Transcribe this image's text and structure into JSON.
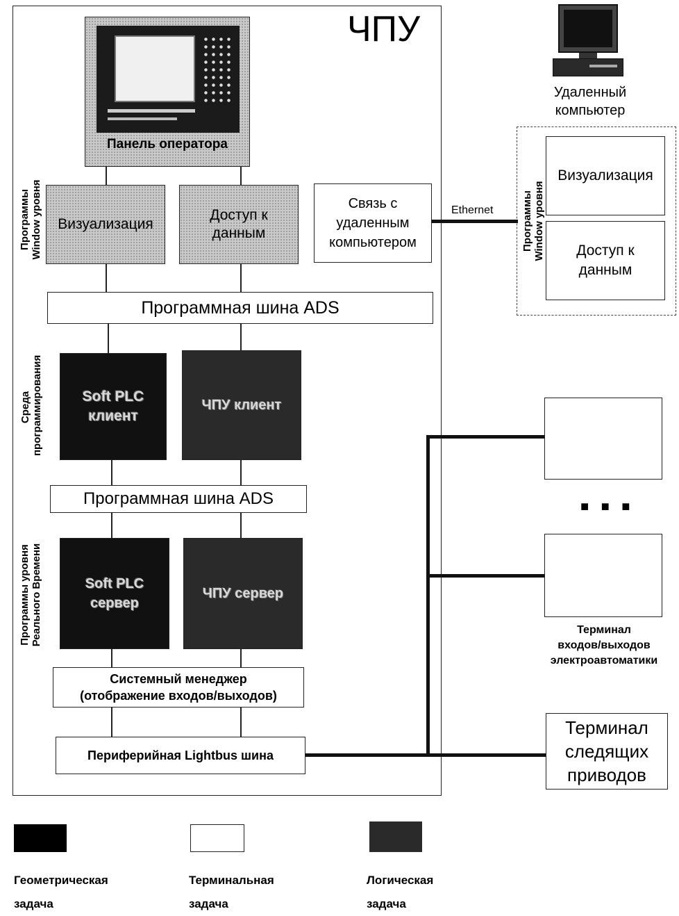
{
  "cnc_title": "ЧПУ",
  "operator_panel": {
    "label": "Панель оператора"
  },
  "window_level_label": "Программы\nWindow уровня",
  "visualization": "Визуализация",
  "data_access": "Доступ к\nданным",
  "remote_comm": "Связь с\nудаленным\nкомпьютером",
  "ethernet": "Ethernet",
  "ads_bus_1": "Программная шина ADS",
  "programming_env_label": "Среда\nпрограммирования",
  "soft_plc_client": "Soft PLC\nклиент",
  "cnc_client": "ЧПУ клиент",
  "ads_bus_2": "Программная шина ADS",
  "realtime_label": "Программы уровня\nРеального Времени",
  "soft_plc_server": "Soft PLC\nсервер",
  "cnc_server": "ЧПУ сервер",
  "system_manager": "Системный менеджер\n(отображение входов/выходов)",
  "lightbus": "Периферийная Lightbus шина",
  "remote_computer": "Удаленный\nкомпьютер",
  "remote_window_label": "Программы\nWindow уровня",
  "remote_visualization": "Визуализация",
  "remote_data_access": "Доступ к\nданным",
  "ellipsis": "■ ■ ■",
  "io_terminal": "Терминал\nвходов/выходов\nэлектроавтоматики",
  "drive_terminal": "Терминал\nследящих\nприводов",
  "legend": [
    {
      "label": "Геометрическая\nзадача"
    },
    {
      "label": "Терминальная\nзадача"
    },
    {
      "label": "Логическая\nзадача"
    }
  ]
}
